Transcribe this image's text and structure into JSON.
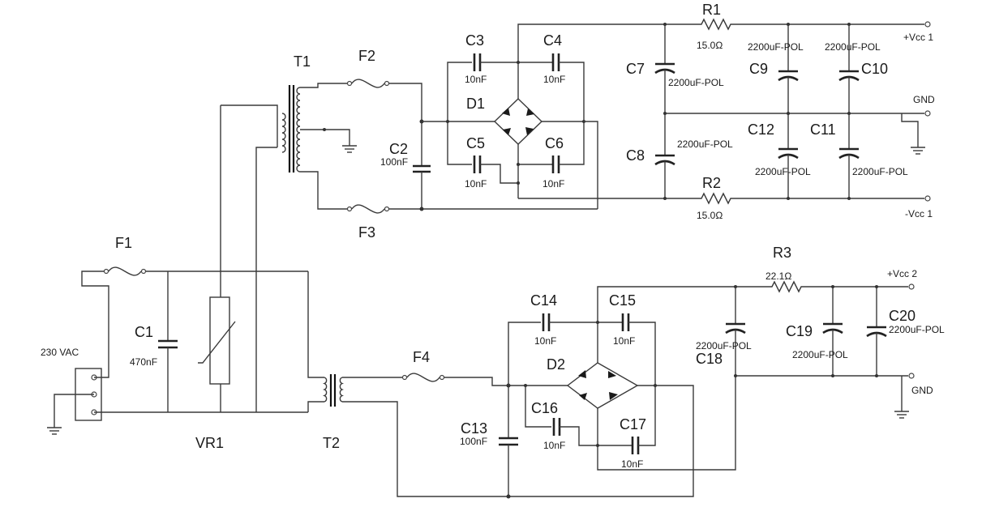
{
  "labels": {
    "T1": "T1",
    "T2": "T2",
    "F1": "F1",
    "F2": "F2",
    "F3": "F3",
    "F4": "F4",
    "C1": "C1",
    "C2": "C2",
    "C3": "C3",
    "C4": "C4",
    "C5": "C5",
    "C6": "C6",
    "C7": "C7",
    "C8": "C8",
    "C9": "C9",
    "C10": "C10",
    "C11": "C11",
    "C12": "C12",
    "C13": "C13",
    "C14": "C14",
    "C15": "C15",
    "C16": "C16",
    "C17": "C17",
    "C18": "C18",
    "C19": "C19",
    "C20": "C20",
    "D1": "D1",
    "D2": "D2",
    "R1": "R1",
    "R2": "R2",
    "R3": "R3",
    "VR1": "VR1"
  },
  "values": {
    "C1": "470nF",
    "C2": "100nF",
    "C13": "100nF",
    "C3": "10nF",
    "C4": "10nF",
    "C5": "10nF",
    "C6": "10nF",
    "C14": "10nF",
    "C15": "10nF",
    "C16": "10nF",
    "C17": "10nF",
    "C7": "2200uF-POL",
    "C8": "2200uF-POL",
    "C9": "2200uF-POL",
    "C10": "2200uF-POL",
    "C11": "2200uF-POL",
    "C12": "2200uF-POL",
    "C18": "2200uF-POL",
    "C19": "2200uF-POL",
    "C20": "2200uF-POL",
    "R1": "15.0Ω",
    "R2": "15.0Ω",
    "R3": "22.1Ω"
  },
  "nets": {
    "vcc1_pos": "+Vcc 1",
    "gnd1": "GND",
    "vcc1_neg": "-Vcc 1",
    "vcc2_pos": "+Vcc 2",
    "gnd2": "GND",
    "input": "230 VAC"
  }
}
